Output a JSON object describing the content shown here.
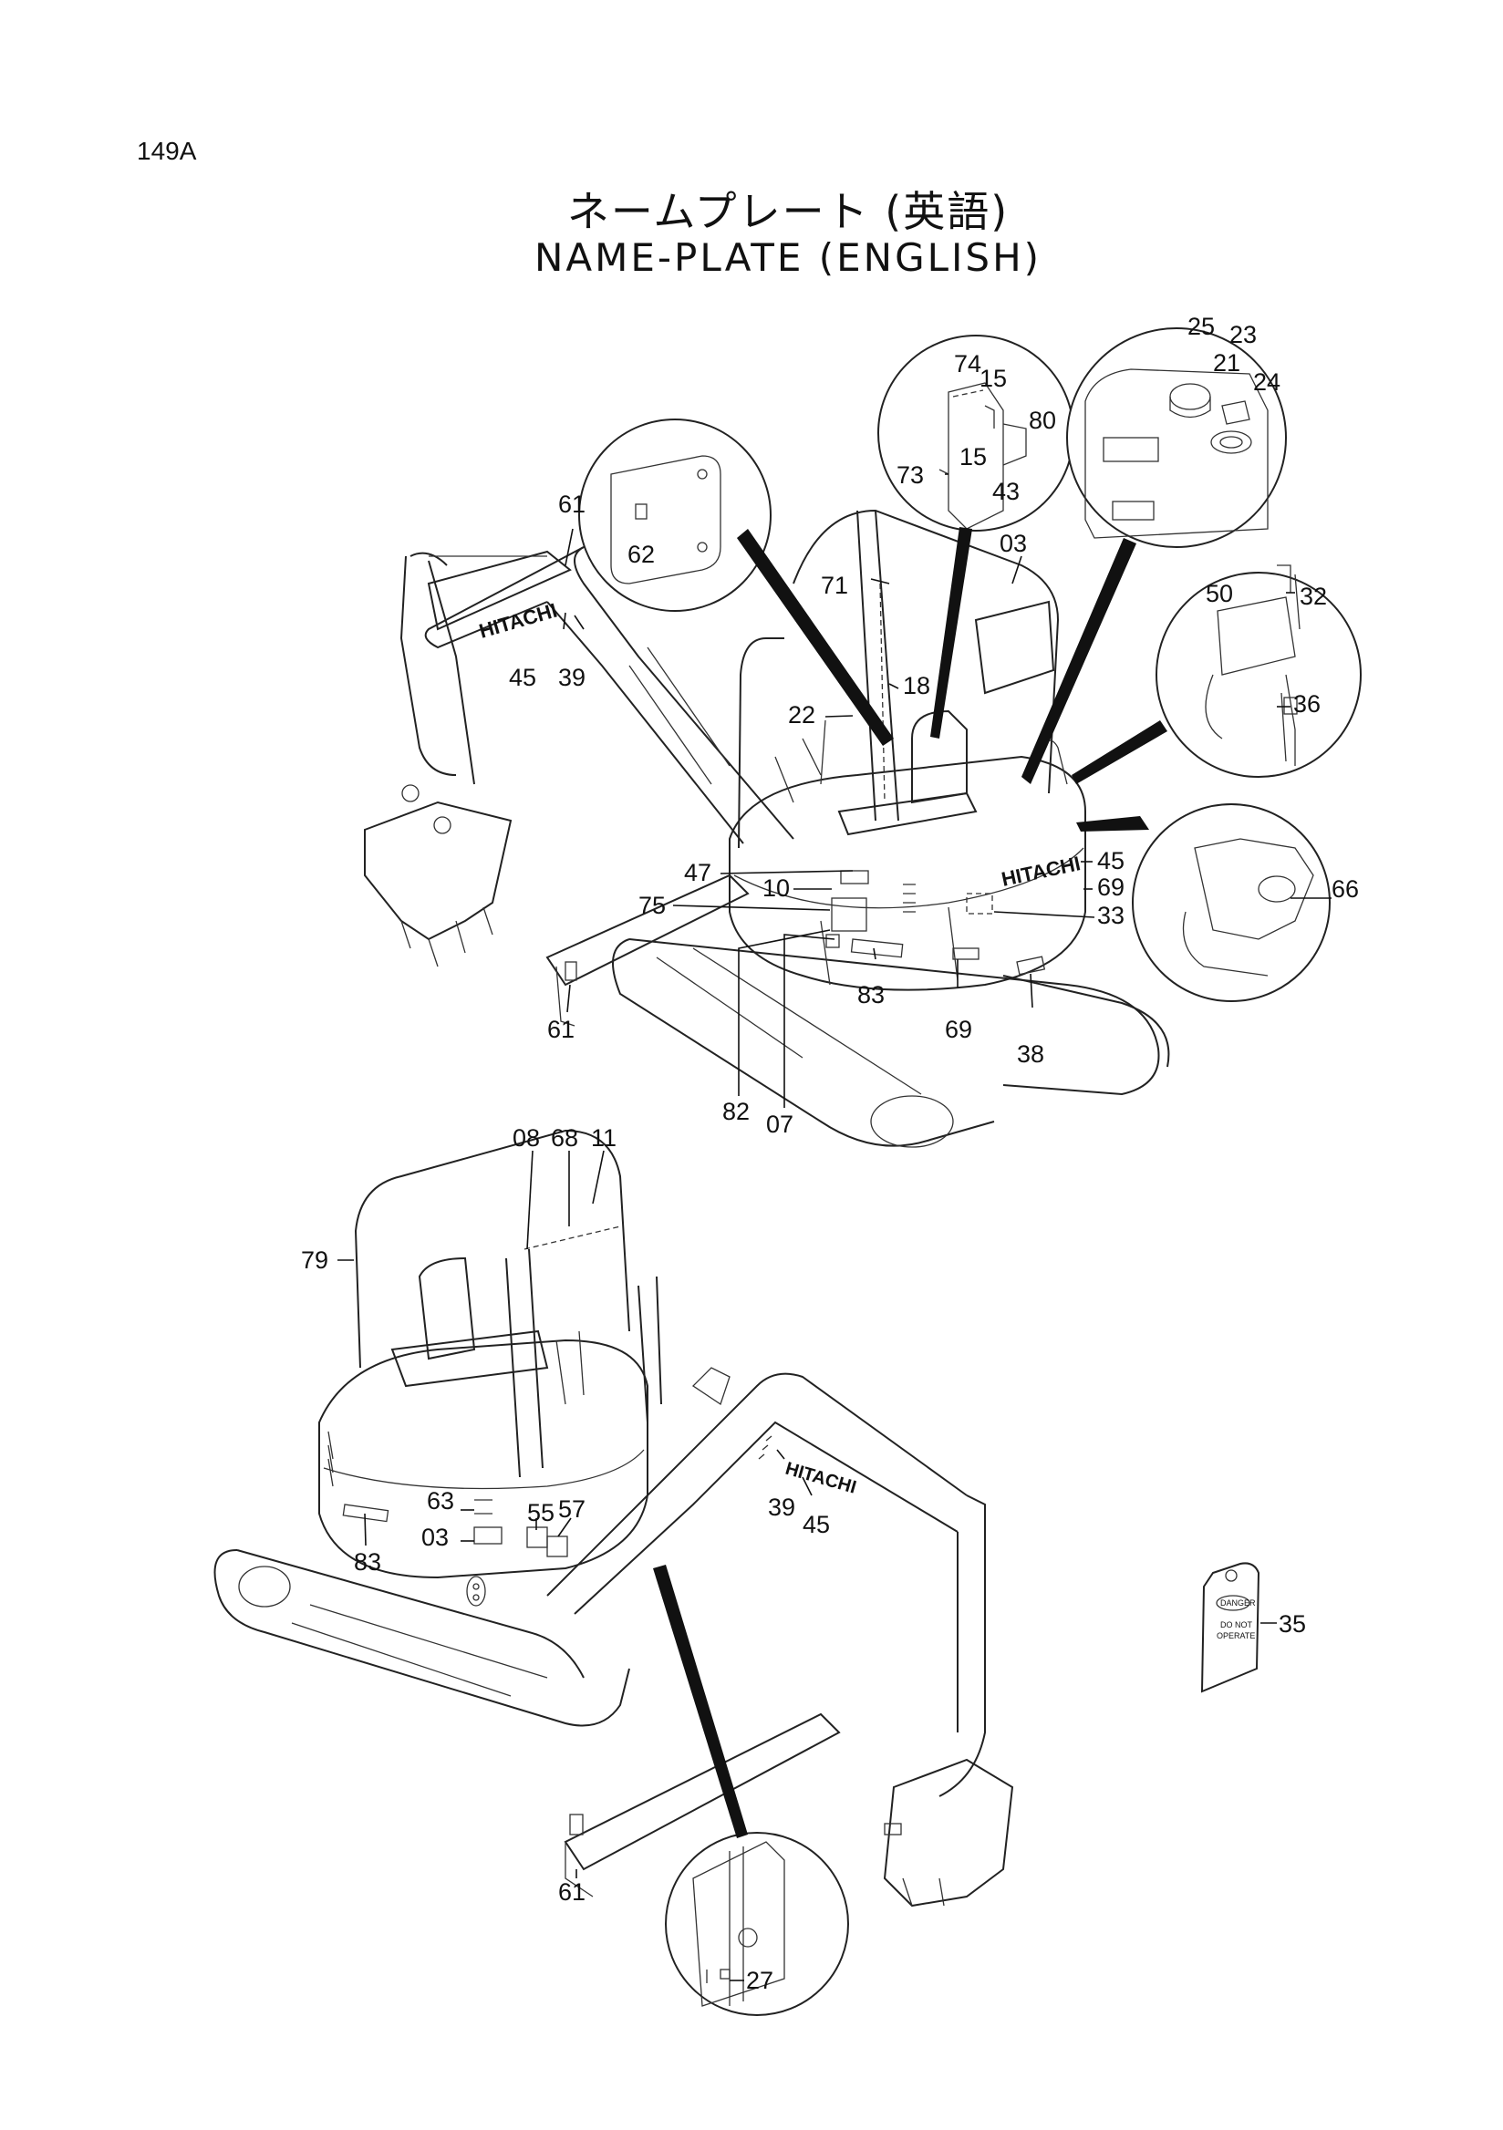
{
  "page_id": "149A",
  "title_jp": "ネームプレート (英語)",
  "title_en": "NAME-PLATE (ENGLISH)",
  "brand_text": "HITACHI",
  "tag_text": {
    "top": "DANGER",
    "line1": "DO NOT",
    "line2": "OPERATE"
  },
  "callouts": {
    "c03a": "03",
    "c03b": "03",
    "c07": "07",
    "c08": "08",
    "c10": "10",
    "c11": "11",
    "c15a": "15",
    "c15b": "15",
    "c18": "18",
    "c21": "21",
    "c22": "22",
    "c23": "23",
    "c24": "24",
    "c25": "25",
    "c27": "27",
    "c32": "32",
    "c33": "33",
    "c35": "35",
    "c36": "36",
    "c38": "38",
    "c39a": "39",
    "c39b": "39",
    "c43": "43",
    "c45a": "45",
    "c45b": "45",
    "c45c": "45",
    "c47": "47",
    "c50": "50",
    "c55": "55",
    "c57": "57",
    "c61a": "61",
    "c61b": "61",
    "c61c": "61",
    "c62": "62",
    "c63": "63",
    "c66": "66",
    "c68": "68",
    "c69a": "69",
    "c69b": "69",
    "c71": "71",
    "c73": "73",
    "c74": "74",
    "c75": "75",
    "c79": "79",
    "c80": "80",
    "c82": "82",
    "c83a": "83",
    "c83b": "83"
  }
}
